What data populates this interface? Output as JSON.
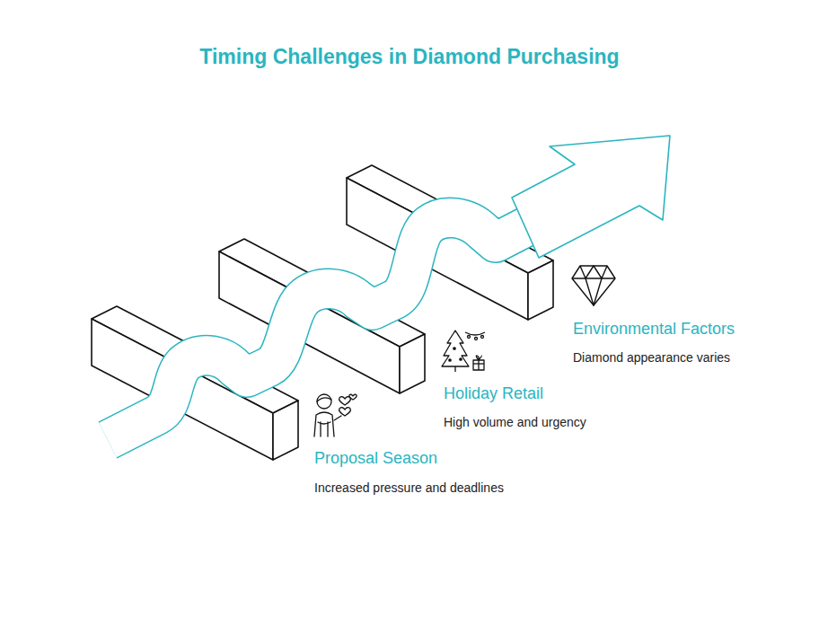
{
  "diagram": {
    "title": "Timing Challenges in Diamond Purchasing",
    "labels": [
      "Proposal Season",
      "Increased pressure and deadlines",
      "Holiday Retail",
      "High volume and urgency",
      "Environmental Factors",
      "Diamond appearance varies"
    ]
  }
}
